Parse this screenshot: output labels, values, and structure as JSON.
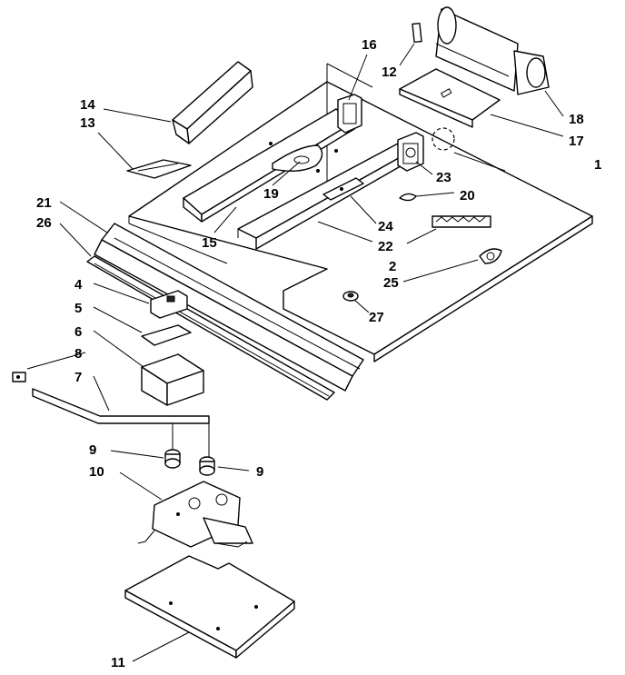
{
  "callouts": {
    "c1": "1",
    "c2": "2",
    "c4": "4",
    "c5": "5",
    "c6": "6",
    "c7": "7",
    "c8": "8",
    "c9a": "9",
    "c9b": "9",
    "c10": "10",
    "c11": "11",
    "c12": "12",
    "c13": "13",
    "c14": "14",
    "c15": "15",
    "c16": "16",
    "c17": "17",
    "c18": "18",
    "c19": "19",
    "c20": "20",
    "c21": "21",
    "c22": "22",
    "c23": "23",
    "c24": "24",
    "c25": "25",
    "c26": "26",
    "c27": "27"
  }
}
